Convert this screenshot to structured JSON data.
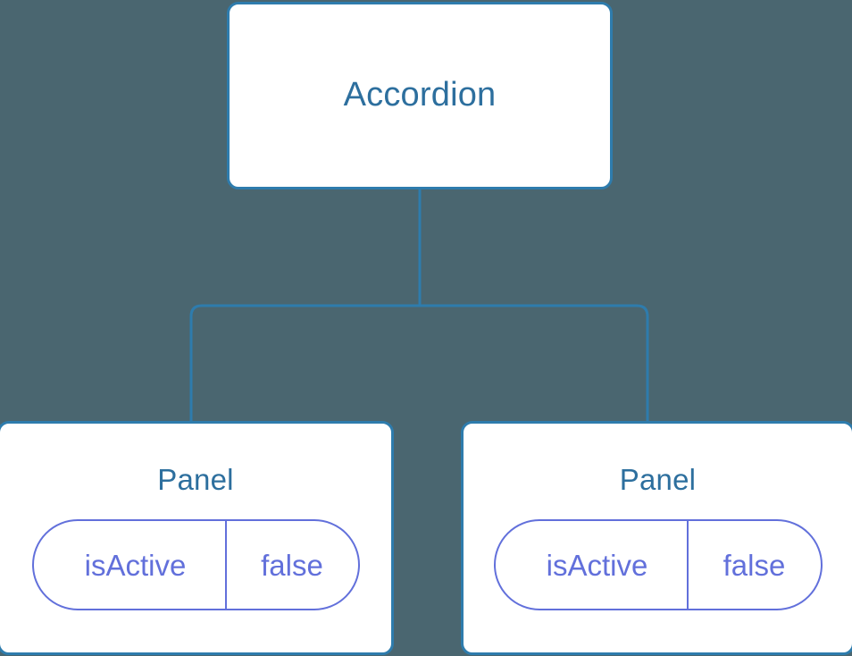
{
  "diagram": {
    "type": "component-tree",
    "background_color": "#4a6670",
    "node_border_color": "#2e7cad",
    "node_fill_color": "#ffffff",
    "node_title_color": "#2d6f9e",
    "prop_color": "#6270db",
    "connector_color": "#2e7cad",
    "root": {
      "title": "Accordion"
    },
    "children": [
      {
        "title": "Panel",
        "prop": {
          "key": "isActive",
          "value": "false"
        }
      },
      {
        "title": "Panel",
        "prop": {
          "key": "isActive",
          "value": "false"
        }
      }
    ]
  }
}
